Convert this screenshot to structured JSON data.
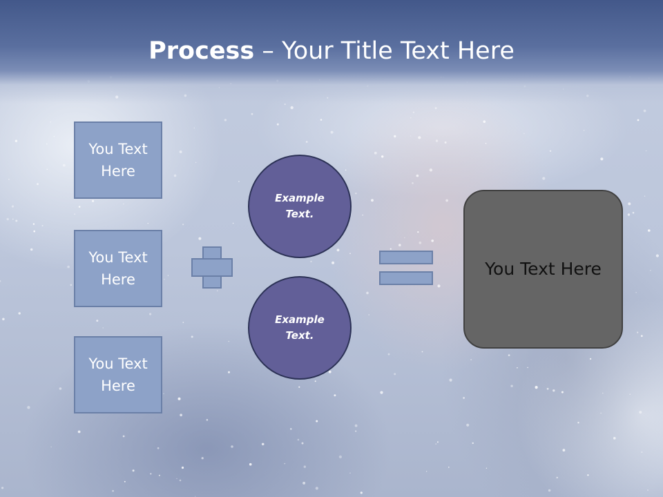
{
  "title": {
    "bold": "Process",
    "rest": " – Your Title Text Here"
  },
  "left_boxes": [
    {
      "label": "You Text Here"
    },
    {
      "label": "You Text Here"
    },
    {
      "label": "You Text Here"
    }
  ],
  "circles": [
    {
      "label": "Example Text."
    },
    {
      "label": "Example Text."
    }
  ],
  "result": {
    "label": "You Text Here"
  },
  "colors": {
    "box_fill": "#8da2c8",
    "circle_fill": "#625f98",
    "result_fill": "#656565",
    "banner": "#43588a"
  }
}
